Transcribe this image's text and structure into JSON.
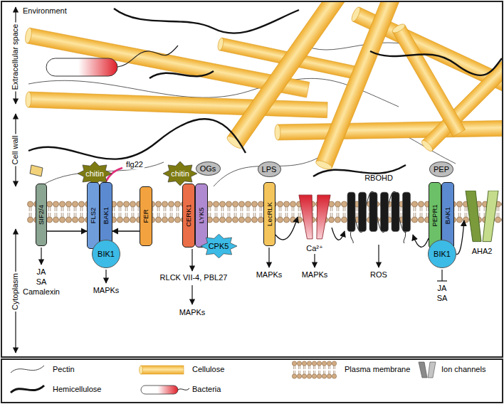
{
  "diagram": {
    "nodes": [
      {
        "text": [
          "SIF2/4"
        ]
      },
      {
        "text": [
          "chitin"
        ]
      },
      {
        "text": [
          "FLS2"
        ]
      },
      {
        "text": [
          "BAK1"
        ]
      },
      {
        "text": [
          "BIK1"
        ]
      },
      {
        "text": [
          "FER"
        ]
      },
      {
        "text": [
          "chitin"
        ]
      },
      {
        "text": [
          "OGs"
        ]
      },
      {
        "text": [
          "CERK1"
        ]
      },
      {
        "text": [
          "LYK5"
        ]
      },
      {
        "text": [
          "CPK5"
        ]
      },
      {
        "text": [
          "LPS"
        ]
      },
      {
        "text": [
          "LecRLK"
        ]
      },
      {
        "text": [
          "Ca²⁺"
        ]
      },
      {
        "text": [
          "RBOHD"
        ]
      },
      {
        "text": [
          "PEP"
        ]
      },
      {
        "text": [
          "PEPR1"
        ]
      },
      {
        "text": [
          "BAK1"
        ]
      },
      {
        "text": [
          "BIK1"
        ]
      },
      {
        "text": [
          "AHA2"
        ]
      }
    ],
    "edges": [
      {
        "from": 0,
        "to": 2,
        "arrow": "to"
      },
      {
        "from": 5,
        "to": 3,
        "arrow": "to"
      },
      {
        "from": 12,
        "to": 13,
        "arrow": "to"
      },
      {
        "from": 13,
        "to": 14,
        "arrow": "to"
      },
      {
        "from": 16,
        "to": 14,
        "arrow": "to"
      },
      {
        "from": 18,
        "to": 19,
        "arrow": "to"
      }
    ],
    "labels": [
      "Environment",
      "Extracellular space",
      "Cell wall",
      "Cytoplasm",
      "flg22",
      "JA",
      "SA",
      "Camalexin",
      "MAPKs",
      "RLCK VII-4, PBL27",
      "MAPKs",
      "MAPKs",
      "MAPKs",
      "ROS",
      "JA",
      "SA"
    ],
    "legend": [
      {
        "text": "Pectin"
      },
      {
        "text": "Hemicellulose"
      },
      {
        "text": "Cellulose"
      },
      {
        "text": "Bacteria"
      },
      {
        "text": "Plasma membrane"
      },
      {
        "text": "Ion channels"
      }
    ]
  }
}
